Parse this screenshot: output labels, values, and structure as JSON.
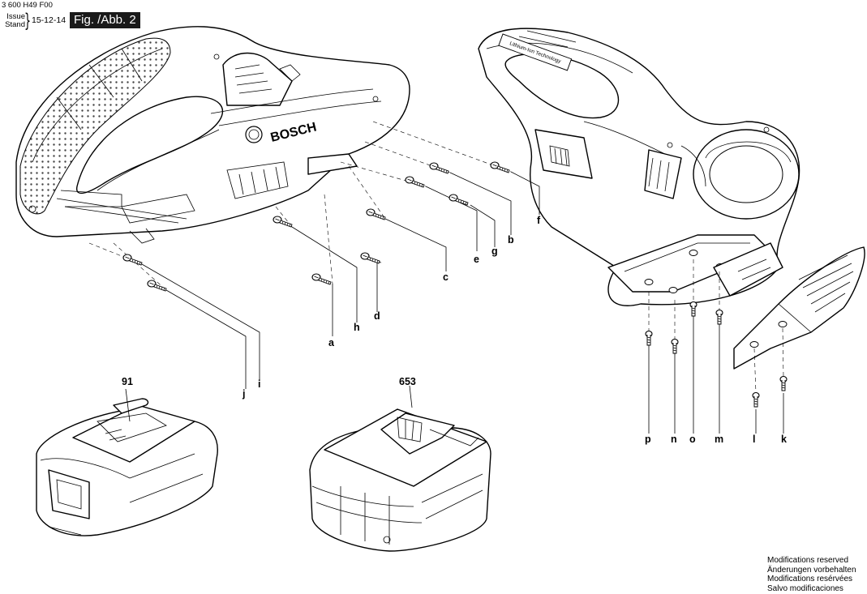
{
  "header": {
    "doc_number": "3 600 H49 F00",
    "issue_label_1": "Issue",
    "issue_label_2": "Stand",
    "issue_date": "15-12-14",
    "figure_label": "Fig. /Abb. 2"
  },
  "footer": {
    "lines": [
      "Modifications reserved",
      "Änderungen vorbehalten",
      "Modifications resérvées",
      "Salvo modificaciones"
    ]
  },
  "brand_text": "BOSCH",
  "handle_text": "Lithium-Ion Technology",
  "callouts": {
    "a": "a",
    "b": "b",
    "c": "c",
    "d": "d",
    "e": "e",
    "f": "f",
    "g": "g",
    "h": "h",
    "i": "i",
    "j": "j",
    "k": "k",
    "l": "l",
    "m": "m",
    "n": "n",
    "o": "o",
    "p": "p",
    "battery": "91",
    "charger": "653"
  }
}
